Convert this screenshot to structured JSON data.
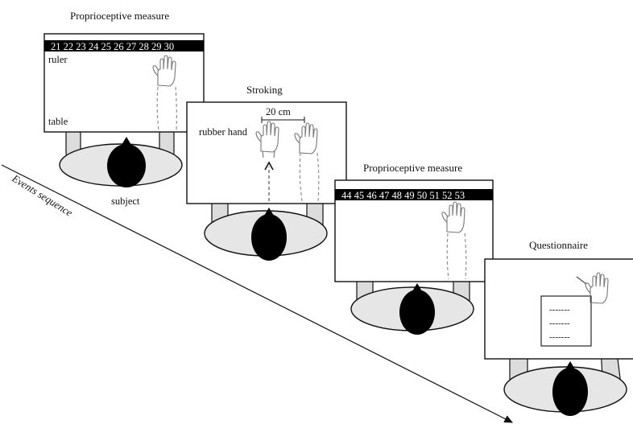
{
  "panels": [
    {
      "id": "proprioceptive-measure-1",
      "title": "Proprioceptive measure",
      "ruler_numbers": "21 22 23 24 25 26 27 28 29 30",
      "labels": {
        "ruler": "ruler",
        "table": "table"
      }
    },
    {
      "id": "stroking",
      "title": "Stroking",
      "distance": "20 cm",
      "rubber_hand": "rubber hand"
    },
    {
      "id": "proprioceptive-measure-2",
      "title": "Proprioceptive measure",
      "ruler_numbers": "44 45 46 47 48 49 50 51 52 53"
    },
    {
      "id": "questionnaire",
      "title": "Questionnaire",
      "lines": [
        "-------",
        "-------",
        "-------"
      ]
    }
  ],
  "subject_label": "subject",
  "timeline_label": "Events sequence",
  "colors": {
    "line": "#111111",
    "table_fill": "#e6e6e6",
    "arm_fill": "#dcdcdc",
    "ruler_bg": "#000000",
    "head": "#000000"
  }
}
